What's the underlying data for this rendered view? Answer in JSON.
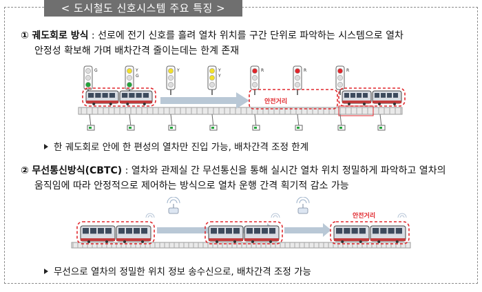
{
  "title": "< 도시철도 신호시스템 주요 특징 >",
  "section1": {
    "number": "①",
    "heading": "궤도회로 방식",
    "text_line1": " : 선로에 전기 신호를 흘려 열차 위치를 구간 단위로 파악하는 시스템으로 열차",
    "text_line2": "안정성 확보해 가며 배차간격 줄이는데는 한계 존재",
    "signal_labels": [
      "G",
      "Y\nG",
      "Y",
      "Y\nY",
      "R",
      "R",
      "R"
    ],
    "safe_distance_label": "안전거리",
    "bullet": "한 궤도회로 안에 한 편성의 열차만 진입 가능, 배차간격 조정 한계"
  },
  "section2": {
    "number": "②",
    "heading": "무선통신방식(CBTC)",
    "text_line1": " : 열차와 관제실 간 무선통신을 통해 실시간 열차 위치 정밀하게 파악하고 열차의",
    "text_line2": "움직임에 따라 안정적으로 제어하는 방식으로 열차 운행 간격 획기적 감소 가능",
    "safe_distance_label": "안전거리",
    "bullet": "무선으로 열차의 정밀한 위치 정보 송수신으로, 배차간격 조정 가능"
  },
  "colors": {
    "title_bg": "#6f6f6f",
    "red": "#e0262b",
    "green": "#22a33a",
    "yellow": "#f2e02a",
    "arrow": "#b9c8d6",
    "track": "#8f8f8f"
  }
}
